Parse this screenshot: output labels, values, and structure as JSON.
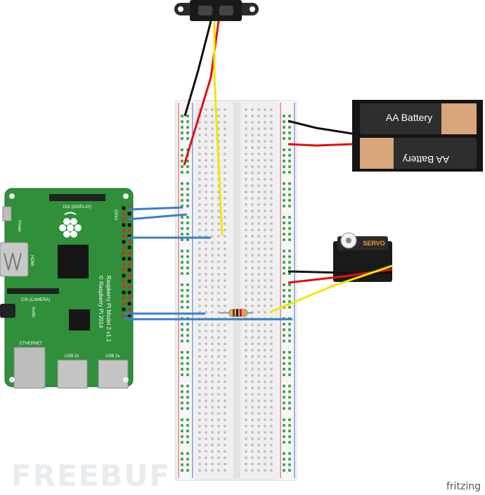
{
  "board": {
    "power_label": "Power",
    "dsi_label": "DSI (DISPLAY)",
    "gpio_label": "GPIO",
    "hdmi_label": "HDMI",
    "csi_label": "CSI (CAMERA)",
    "audio_label": "Audio",
    "ethernet_label": "ETHERNET",
    "usb1_label": "USB 2x",
    "usb2_label": "USB 2x",
    "model_line1": "Raspberry Pi Model 2 v1.1",
    "model_line2": "© Raspberry Pi 2014"
  },
  "battery": {
    "top_label": "AA Battery",
    "bottom_label": "AA Battery"
  },
  "servo": {
    "label": "SERVO"
  },
  "watermark": "FREEBUF",
  "footer": {
    "brand": "fritzing"
  },
  "colors": {
    "pcb_green": "#2f8f3a",
    "wire_black": "#111111",
    "wire_red": "#e01010",
    "wire_yellow": "#f2e600",
    "wire_blue": "#3a7fc4",
    "breadboard": "#eeeeee",
    "hole_green": "#2e9e45"
  }
}
